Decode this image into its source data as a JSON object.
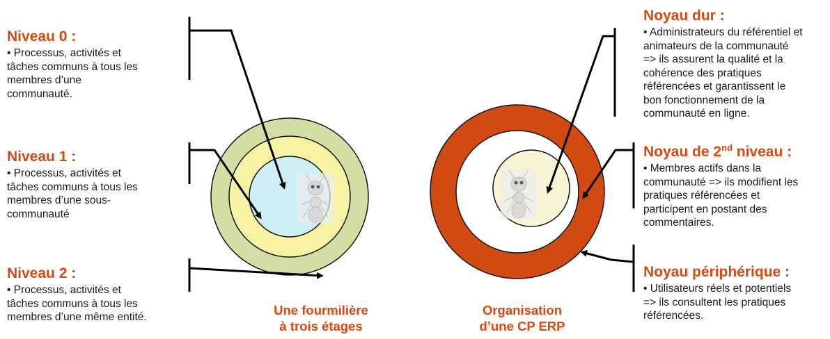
{
  "left": {
    "caption": [
      "Une fourmilière",
      "à trois étages"
    ],
    "levels": [
      {
        "title": "Niveau 0 :",
        "lines": [
          "• Processus, activités et",
          "tâches communs à tous les",
          "membres d’une",
          "communauté."
        ]
      },
      {
        "title": "Niveau 1 :",
        "lines": [
          "• Processus, activités et",
          "tâches communs à tous les",
          "membres d’une sous-",
          "communauté"
        ]
      },
      {
        "title": "Niveau 2 :",
        "lines": [
          "• Processus, activités et",
          "tâches communs à tous les",
          "membres d’une même entité."
        ]
      }
    ]
  },
  "right": {
    "caption": [
      "Organisation",
      "d’une CP ERP"
    ],
    "levels": [
      {
        "title": "Noyau dur",
        "title_suffix": " :",
        "lines": [
          "• Administrateurs du référentiel et",
          "animateurs de la communauté",
          "=> ils assurent la qualité et la",
          "cohérence des pratiques",
          "référencées et garantissent le",
          "bon fonctionnement de la",
          "communauté en ligne."
        ]
      },
      {
        "title": "Noyau de 2",
        "title_sup": "nd",
        "title_suffix": " niveau :",
        "lines": [
          "• Membres actifs dans la",
          "communauté => ils modifient les",
          "pratiques référencées et",
          "participent en postant des",
          "commentaires."
        ]
      },
      {
        "title": "Noyau périphérique",
        "title_suffix": " :",
        "lines": [
          "• Utilisateurs réels et potentiels",
          "=> ils consultent les pratiques",
          "référencées."
        ]
      }
    ]
  },
  "colors": {
    "accent": "#d9480f",
    "ring_outer_green": "#d3dea4",
    "ring_middle_yellow": "#f7f3a3",
    "core_cyan": "#cdeff4",
    "ring_orange": "#d14a0f",
    "core_cream": "#f8f5d6"
  }
}
